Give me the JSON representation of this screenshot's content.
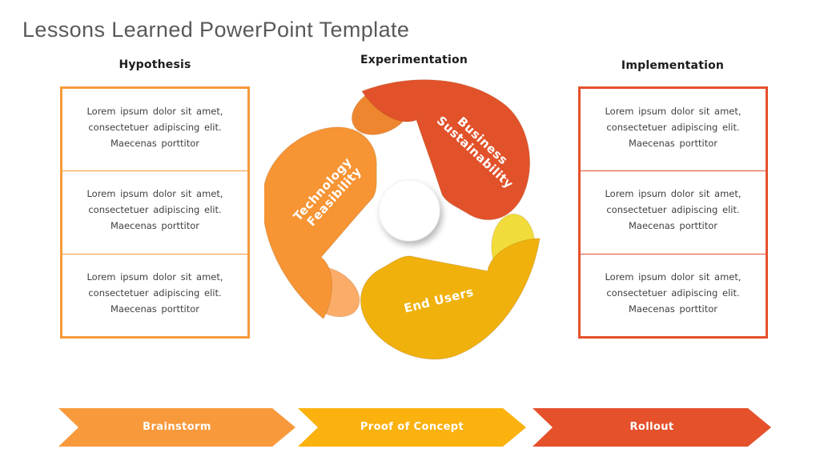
{
  "title": "Lessons Learned PowerPoint Template",
  "columns": {
    "left": {
      "header": "Hypothesis",
      "border_color": "#F8993B",
      "items": [
        {
          "lines": [
            "Lorem ipsum dolor sit amet,",
            "consectetuer adipiscing elit.",
            "Maecenas porttitor"
          ]
        },
        {
          "lines": [
            "Lorem ipsum dolor sit amet,",
            "consectetuer adipiscing elit.",
            "Maecenas porttitor"
          ]
        },
        {
          "lines": [
            "Lorem ipsum dolor sit amet,",
            "consectetuer adipiscing elit.",
            "Maecenas porttitor"
          ]
        }
      ]
    },
    "center": {
      "header": "Experimentation"
    },
    "right": {
      "header": "Implementation",
      "border_color": "#E4512B",
      "items": [
        {
          "lines": [
            "Lorem ipsum dolor sit amet,",
            "consectetuer adipiscing elit.",
            "Maecenas porttitor"
          ]
        },
        {
          "lines": [
            "Lorem ipsum dolor sit amet,",
            "consectetuer adipiscing elit.",
            "Maecenas porttitor"
          ]
        },
        {
          "lines": [
            "Lorem ipsum dolor sit amet,",
            "consectetuer adipiscing elit.",
            "Maecenas porttitor"
          ]
        }
      ]
    }
  },
  "diagram": {
    "center_circle_color": "#FFFFFF",
    "blades": [
      {
        "label_lines": [
          "Business",
          "Sustainability"
        ],
        "color": "#E2522A",
        "tip_color": "#EE8630"
      },
      {
        "label_lines": [
          "Technology",
          "Feasibility"
        ],
        "color": "#F79434",
        "tip_color": "#FBAC69"
      },
      {
        "label_lines": [
          "End Users"
        ],
        "color": "#F0B10D",
        "tip_color": "#F1DC3B"
      }
    ]
  },
  "process_arrows": [
    {
      "label": "Brainstorm",
      "color": "#F8993B"
    },
    {
      "label": "Proof of Concept",
      "color": "#FBB10E"
    },
    {
      "label": "Rollout",
      "color": "#E4512B"
    }
  ],
  "colors": {
    "title_text": "#595959",
    "header_text": "#1C1C1C",
    "body_text": "#404040",
    "background": "#FFFFFF"
  }
}
